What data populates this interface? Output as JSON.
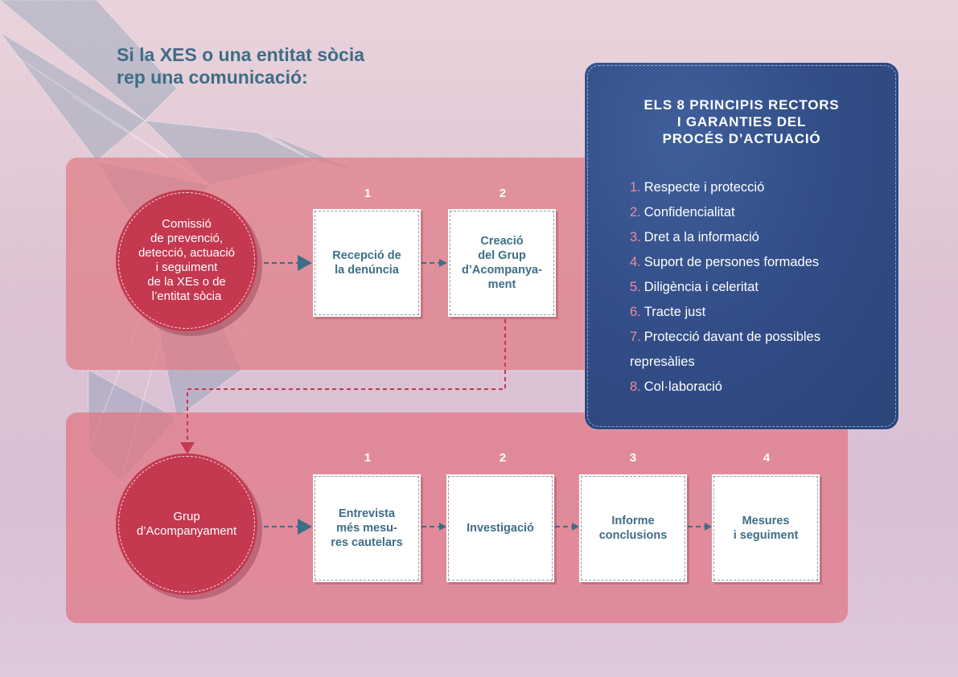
{
  "heading": {
    "lines": [
      "Si la XES o una entitat sòcia",
      "rep una comunicació:"
    ]
  },
  "top_flow": {
    "circle_lines": [
      "Comissió",
      "de prevenció,",
      "detecció, actuació",
      "i seguiment",
      "de la XEs o de",
      "l’entitat sòcia"
    ],
    "steps": [
      {
        "number": "1",
        "lines": [
          "Recepció de",
          "la denúncia"
        ]
      },
      {
        "number": "2",
        "lines": [
          "Creació",
          "del Grup",
          "d’Acompanya-",
          "ment"
        ]
      }
    ]
  },
  "bottom_flow": {
    "circle_lines": [
      "Grup",
      "d’Acompanyament"
    ],
    "steps": [
      {
        "number": "1",
        "lines": [
          "Entrevista",
          "més mesu-",
          "res cautelars"
        ]
      },
      {
        "number": "2",
        "lines": [
          "Investigació"
        ]
      },
      {
        "number": "3",
        "lines": [
          "Informe",
          "conclusions"
        ]
      },
      {
        "number": "4",
        "lines": [
          "Mesures",
          "i seguiment"
        ]
      }
    ]
  },
  "principles_panel": {
    "title_lines": [
      "ELS 8 PRINCIPIS RECTORS",
      "I GARANTIES DEL",
      "PROCÉS D’ACTUACIÓ"
    ],
    "items": [
      {
        "number": "1.",
        "text": "Respecte i protecció"
      },
      {
        "number": "2.",
        "text": "Confidencialitat"
      },
      {
        "number": "3.",
        "text": "Dret a la informació"
      },
      {
        "number": "4.",
        "text": "Suport de persones formades"
      },
      {
        "number": "5.",
        "text": "Diligència i celeritat"
      },
      {
        "number": "6.",
        "text": "Tracte just"
      },
      {
        "number": "7.",
        "text": "Protecció davant de possibles represàlies"
      },
      {
        "number": "8.",
        "text": "Col·laboració"
      }
    ]
  },
  "colors": {
    "heading": "#3d6e86",
    "circle": "#c43850",
    "panel": "#334e88",
    "principle_number": "#f08aa0",
    "arrow": "#3d6e86",
    "connector": "#c43850"
  }
}
